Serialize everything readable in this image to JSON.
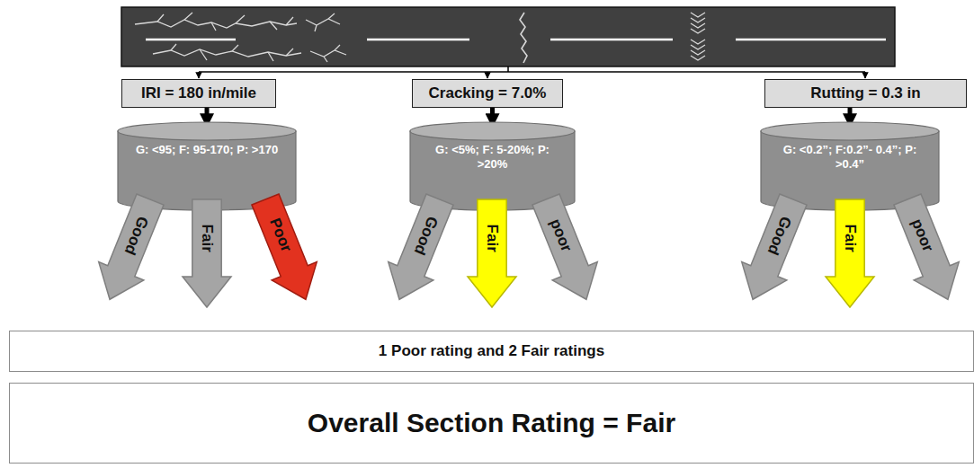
{
  "diagram": {
    "nodes": [
      {
        "text": [
          "IRI = 180 in/mile"
        ]
      },
      {
        "text": [
          "Cracking = 7.0%"
        ]
      },
      {
        "text": [
          "Rutting = 0.3 in"
        ]
      },
      {
        "text": [
          "G: <95; F: 95-170; P: >170"
        ]
      },
      {
        "text": [
          "G: <5%; F: 5-20%; P: >20%"
        ]
      },
      {
        "text": [
          "G: <0.2”; F:0.2”- 0.4”; P: >0.4”"
        ]
      },
      {
        "text": [
          "Good"
        ]
      },
      {
        "text": [
          "Fair"
        ]
      },
      {
        "text": [
          "Poor"
        ]
      },
      {
        "text": [
          "Good"
        ]
      },
      {
        "text": [
          "Fair"
        ]
      },
      {
        "text": [
          "poor"
        ]
      },
      {
        "text": [
          "Good"
        ]
      },
      {
        "text": [
          "Fair"
        ]
      },
      {
        "text": [
          "poor"
        ]
      },
      {
        "text": [
          "1 Poor rating and 2 Fair ratings"
        ]
      },
      {
        "text": [
          "Overall Section Rating = Fair"
        ]
      }
    ],
    "edges": [
      {
        "from": 0,
        "to": 3,
        "arrow": "to"
      },
      {
        "from": 1,
        "to": 4,
        "arrow": "to"
      },
      {
        "from": 2,
        "to": 5,
        "arrow": "to"
      }
    ]
  }
}
